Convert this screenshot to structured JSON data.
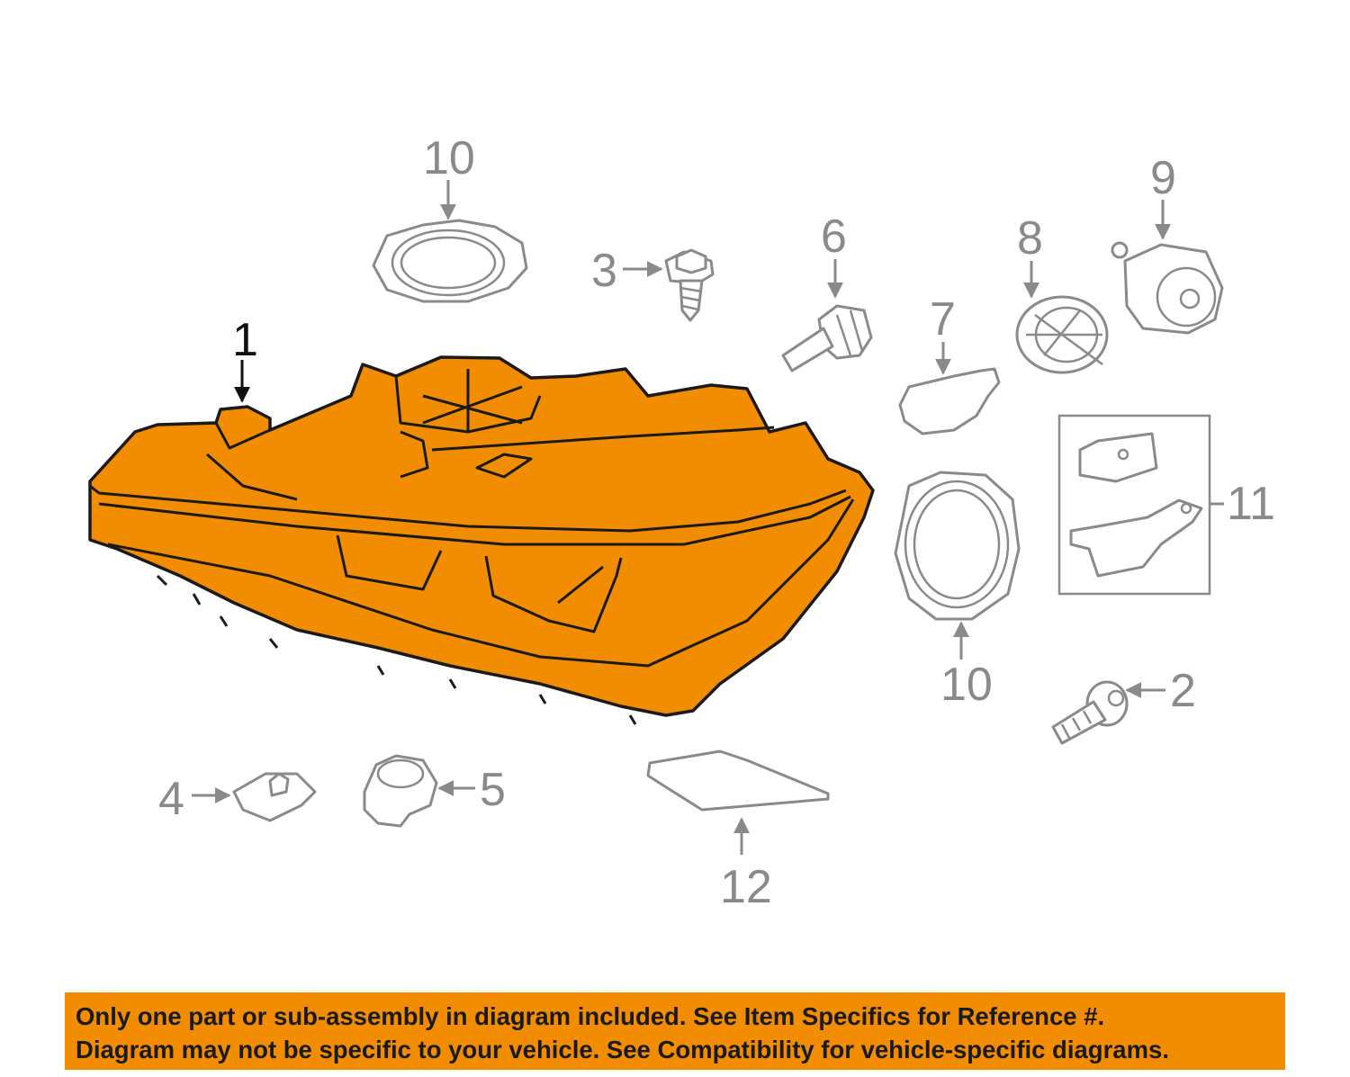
{
  "callouts": {
    "c1": "1",
    "c2": "2",
    "c3": "3",
    "c4": "4",
    "c5": "5",
    "c6": "6",
    "c7": "7",
    "c8": "8",
    "c9": "9",
    "c10_top": "10",
    "c10_bottom": "10",
    "c11": "11",
    "c12": "12"
  },
  "disclaimer": {
    "line1": "Only one part or sub-assembly in diagram included. See Item Specifics for Reference #.",
    "line2": "Diagram may not be specific to your vehicle. See Compatibility for vehicle-specific diagrams."
  },
  "colors": {
    "highlight": "#f28c00",
    "part_outline": "#8a8a8a",
    "main_outline": "#1a1a1a"
  }
}
